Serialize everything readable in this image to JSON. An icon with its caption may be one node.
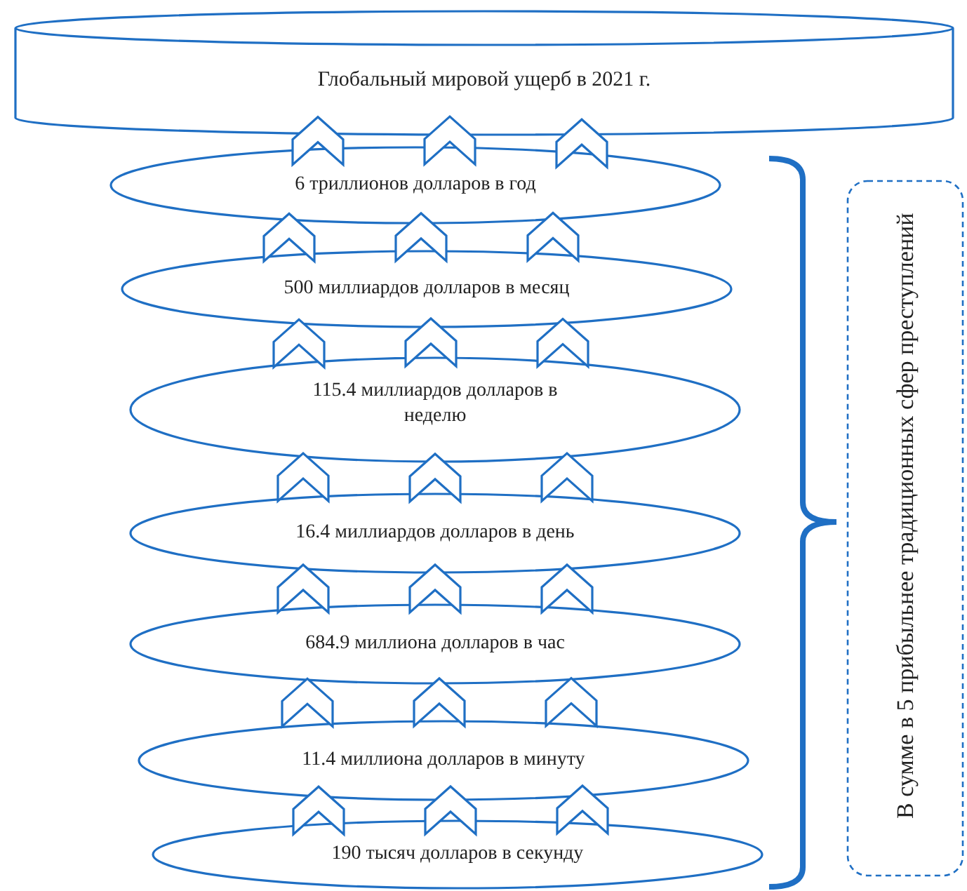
{
  "diagram": {
    "nodes": [
      {
        "text": [
          "Глобальный мировой ущерб в 2021 г."
        ]
      },
      {
        "text": [
          "6 триллионов долларов в год"
        ]
      },
      {
        "text": [
          "500 миллиардов долларов в месяц"
        ]
      },
      {
        "text": [
          "115.4 миллиардов долларов в неделю"
        ]
      },
      {
        "text": [
          "16.4 миллиардов долларов в день"
        ]
      },
      {
        "text": [
          "684.9 миллиона долларов в час"
        ]
      },
      {
        "text": [
          "11.4 миллиона долларов в минуту"
        ]
      },
      {
        "text": [
          "190 тысяч долларов в секунду"
        ]
      },
      {
        "text": [
          "В сумме в 5 прибыльнее традиционных сфер преступлений"
        ]
      }
    ],
    "edges": [
      {
        "from": 1,
        "to": 0,
        "arrow": "to"
      },
      {
        "from": 1,
        "to": 0,
        "arrow": "to"
      },
      {
        "from": 1,
        "to": 0,
        "arrow": "to"
      },
      {
        "from": 2,
        "to": 1,
        "arrow": "to"
      },
      {
        "from": 2,
        "to": 1,
        "arrow": "to"
      },
      {
        "from": 2,
        "to": 1,
        "arrow": "to"
      },
      {
        "from": 3,
        "to": 2,
        "arrow": "to"
      },
      {
        "from": 3,
        "to": 2,
        "arrow": "to"
      },
      {
        "from": 3,
        "to": 2,
        "arrow": "to"
      },
      {
        "from": 4,
        "to": 3,
        "arrow": "to"
      },
      {
        "from": 4,
        "to": 3,
        "arrow": "to"
      },
      {
        "from": 4,
        "to": 3,
        "arrow": "to"
      },
      {
        "from": 5,
        "to": 4,
        "arrow": "to"
      },
      {
        "from": 5,
        "to": 4,
        "arrow": "to"
      },
      {
        "from": 5,
        "to": 4,
        "arrow": "to"
      },
      {
        "from": 6,
        "to": 5,
        "arrow": "to"
      },
      {
        "from": 6,
        "to": 5,
        "arrow": "to"
      },
      {
        "from": 6,
        "to": 5,
        "arrow": "to"
      },
      {
        "from": 7,
        "to": 6,
        "arrow": "to"
      },
      {
        "from": 7,
        "to": 6,
        "arrow": "to"
      },
      {
        "from": 7,
        "to": 6,
        "arrow": "to"
      }
    ]
  }
}
